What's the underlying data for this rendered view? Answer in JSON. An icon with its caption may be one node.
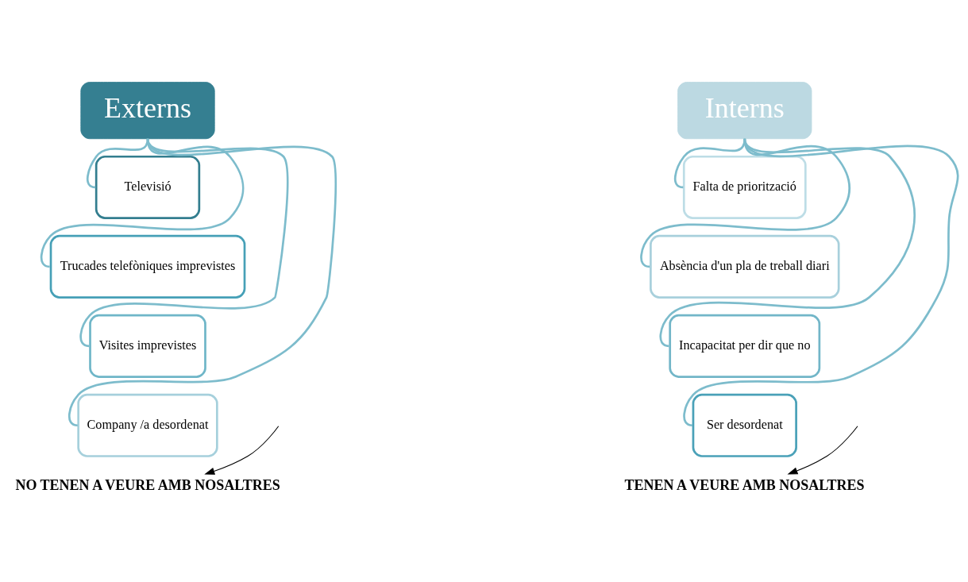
{
  "diagram": {
    "nodes": [
      {
        "text": [
          "Externs"
        ]
      },
      {
        "text": [
          "Televisió"
        ]
      },
      {
        "text": [
          "Trucades telefòniques imprevistes"
        ]
      },
      {
        "text": [
          "Visites imprevistes"
        ]
      },
      {
        "text": [
          "Company /a desordenat"
        ]
      },
      {
        "text": [
          "Interns"
        ]
      },
      {
        "text": [
          "Falta de priorització"
        ]
      },
      {
        "text": [
          "Absència d'un pla de treball diari"
        ]
      },
      {
        "text": [
          "Incapacitat per dir que no"
        ]
      },
      {
        "text": [
          "Ser desordenat"
        ]
      },
      {
        "text": [
          "NO TENEN A VEURE AMB NOSALTRES"
        ]
      },
      {
        "text": [
          "TENEN A VEURE AMB NOSALTRES"
        ]
      }
    ],
    "edges": [
      {
        "from": 0,
        "to": 1,
        "arrow": "none"
      },
      {
        "from": 0,
        "to": 2,
        "arrow": "none"
      },
      {
        "from": 0,
        "to": 3,
        "arrow": "none"
      },
      {
        "from": 0,
        "to": 4,
        "arrow": "none"
      },
      {
        "from": 5,
        "to": 6,
        "arrow": "none"
      },
      {
        "from": 5,
        "to": 7,
        "arrow": "none"
      },
      {
        "from": 5,
        "to": 8,
        "arrow": "none"
      },
      {
        "from": 5,
        "to": 9,
        "arrow": "none"
      },
      {
        "from": null,
        "to": 10,
        "arrow": "to",
        "color": "#000000"
      },
      {
        "from": null,
        "to": 11,
        "arrow": "to",
        "color": "#000000"
      }
    ]
  }
}
